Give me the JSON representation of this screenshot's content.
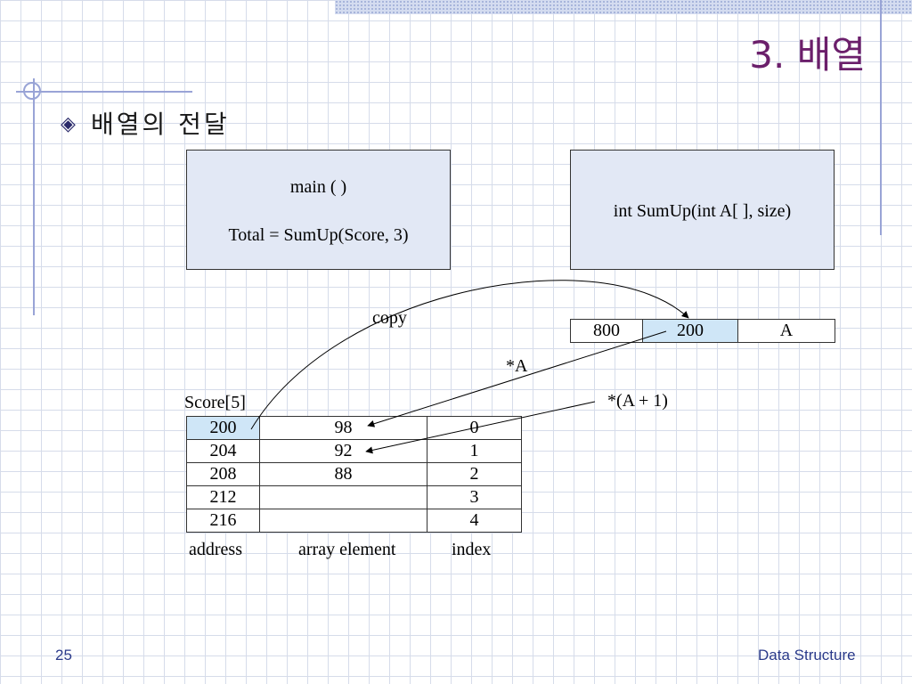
{
  "slide": {
    "title": "3. 배열",
    "subtitle": "배열의 전달",
    "bullet_icon": "diamond-bullet-icon",
    "page_number": "25",
    "footer_right": "Data Structure"
  },
  "main_box": {
    "line1": "main ( )",
    "line2": "Total = SumUp(Score, 3)"
  },
  "func_box": {
    "signature": "int SumUp(int A[ ], size)"
  },
  "pointer_row": {
    "address": "800",
    "value": "200",
    "name": "A"
  },
  "array": {
    "name": "Score[5]",
    "rows": [
      {
        "address": "200",
        "element": "98",
        "index": "0"
      },
      {
        "address": "204",
        "element": "92",
        "index": "1"
      },
      {
        "address": "208",
        "element": "88",
        "index": "2"
      },
      {
        "address": "212",
        "element": "",
        "index": "3"
      },
      {
        "address": "216",
        "element": "",
        "index": "4"
      }
    ],
    "col_labels": {
      "address": "address",
      "element": "array element",
      "index": "index"
    }
  },
  "annotations": {
    "copy": "copy",
    "deref_a": "*A",
    "deref_a1": "*(A + 1)"
  },
  "colors": {
    "title": "#6b1f6b",
    "box_fill": "#e2e8f5",
    "highlight": "#cfe6f7",
    "rules": "#99a4d6"
  }
}
